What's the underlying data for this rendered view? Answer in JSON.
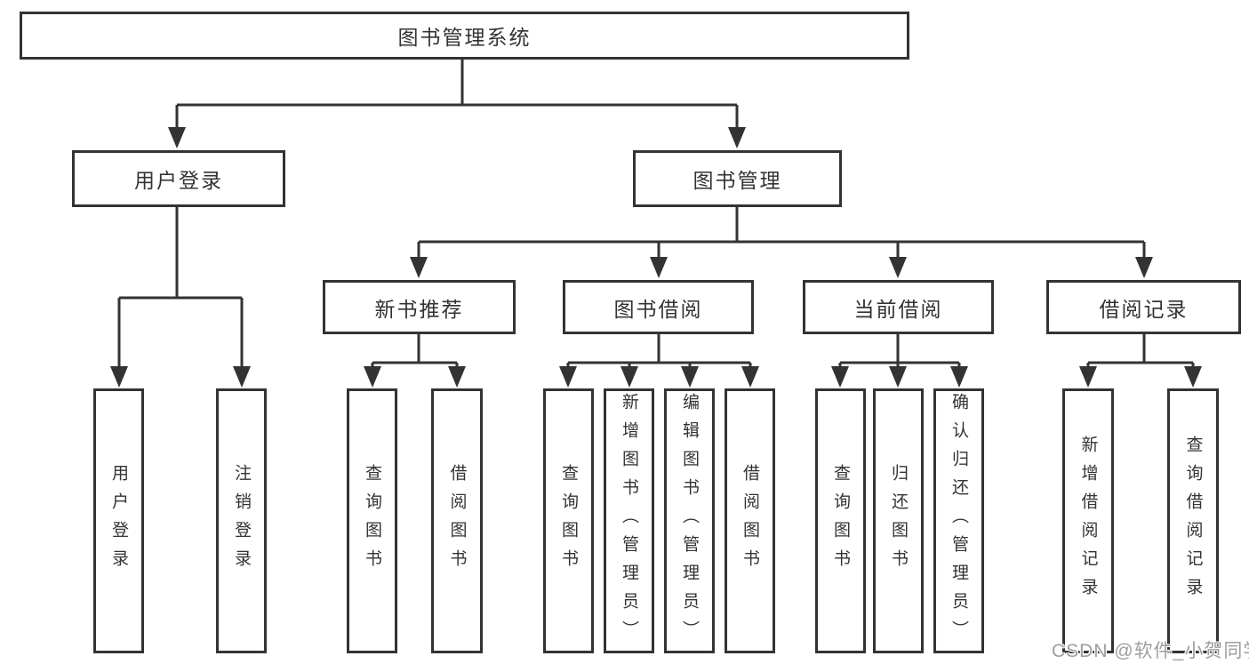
{
  "colors": {
    "line": "#333333",
    "text": "#333333",
    "watermark": "#9e9e9e",
    "background": "#ffffff"
  },
  "watermark": {
    "text": "CSDN @软件_小贺同学"
  },
  "tree": {
    "root": {
      "label": "图书管理系统"
    },
    "children": [
      {
        "label": "用户登录",
        "children": [
          {
            "label": "用户登录"
          },
          {
            "label": "注销登录"
          }
        ]
      },
      {
        "label": "图书管理",
        "children": [
          {
            "label": "新书推荐",
            "children": [
              {
                "label": "查询图书"
              },
              {
                "label": "借阅图书"
              }
            ]
          },
          {
            "label": "图书借阅",
            "children": [
              {
                "label": "查询图书"
              },
              {
                "label": "新增图书（管理员）"
              },
              {
                "label": "编辑图书（管理员）"
              },
              {
                "label": "借阅图书"
              }
            ]
          },
          {
            "label": "当前借阅",
            "children": [
              {
                "label": "查询图书"
              },
              {
                "label": "归还图书"
              },
              {
                "label": "确认归还（管理员）"
              }
            ]
          },
          {
            "label": "借阅记录",
            "children": [
              {
                "label": "新增借阅记录"
              },
              {
                "label": "查询借阅记录"
              }
            ]
          }
        ]
      }
    ]
  }
}
